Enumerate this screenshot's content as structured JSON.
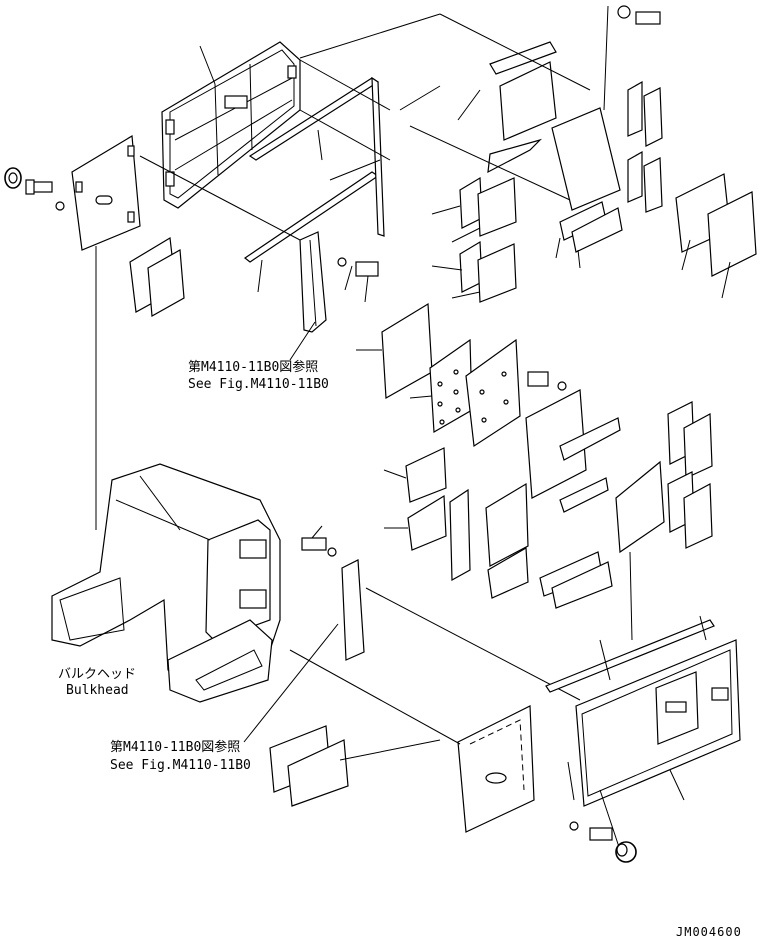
{
  "labels": {
    "ref_top_jp": "第M4110-11B0図参照",
    "ref_top_en": "See Fig.M4110-11B0",
    "bulkhead_jp": "バルクヘッド",
    "bulkhead_en": "Bulkhead",
    "ref_bottom_jp": "第M4110-11B0図参照",
    "ref_bottom_en": "See Fig.M4110-11B0",
    "drawing_no": "JM004600"
  }
}
